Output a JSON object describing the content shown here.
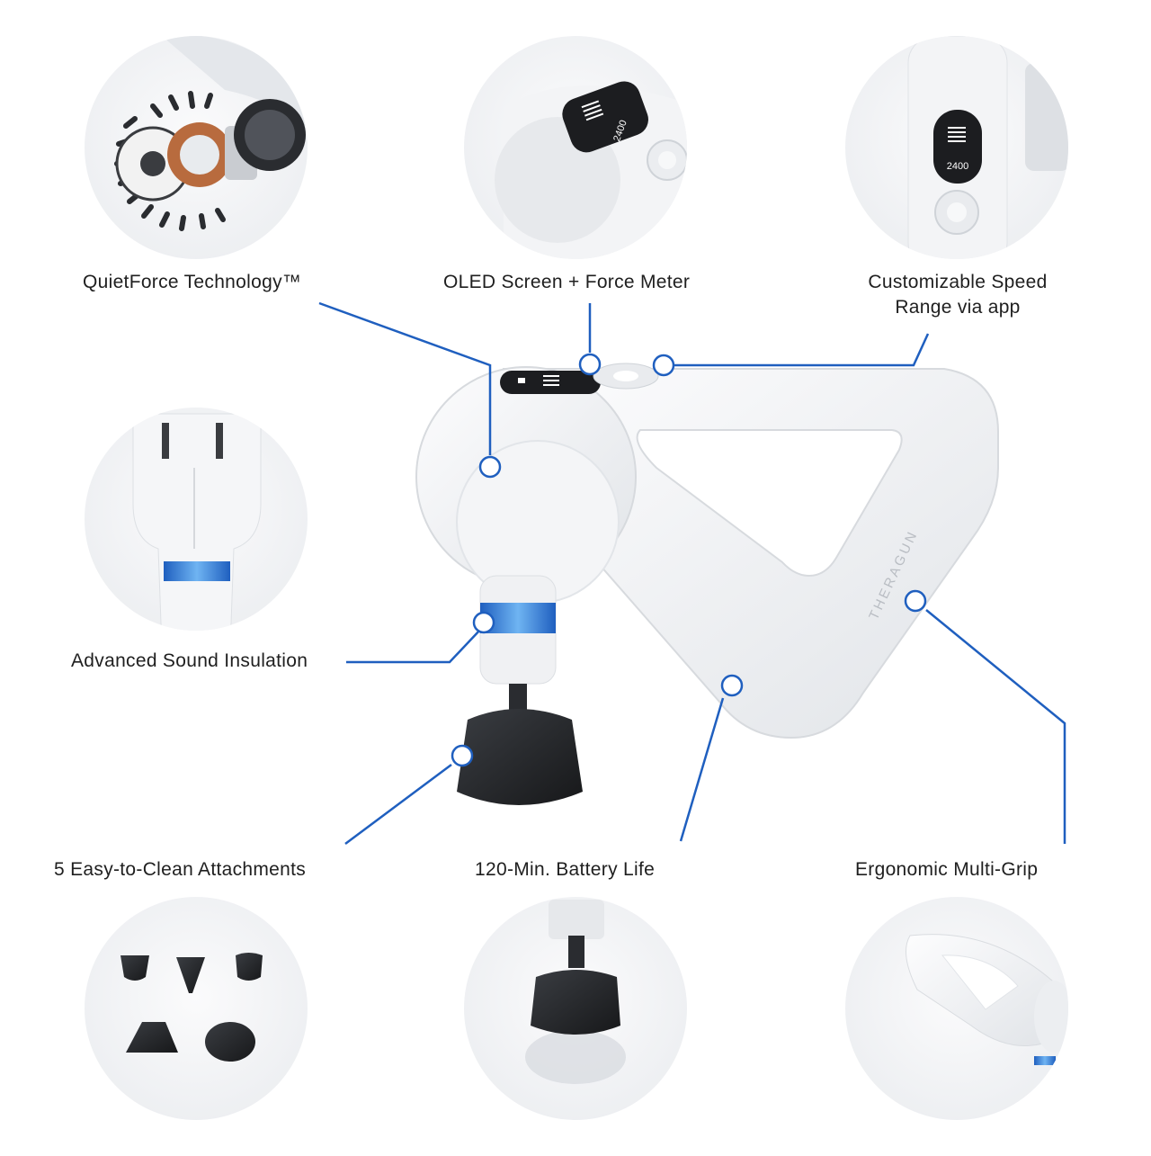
{
  "features": {
    "quietforce": "QuietForce Technology™",
    "oled": "OLED Screen + Force Meter",
    "speed_line1": "Customizable Speed",
    "speed_line2": "Range via app",
    "insulation": "Advanced Sound Insulation",
    "attachments": "5 Easy-to-Clean Attachments",
    "battery": "120-Min. Battery Life",
    "grip": "Ergonomic Multi-Grip"
  },
  "device": {
    "brand": "THERAGUN",
    "screen_readout": "2400"
  },
  "colors": {
    "callout_line": "#1f5fbf",
    "accent_band": "#3a86d8",
    "body_white": "#f3f4f6",
    "attachment_black": "#2b2d30"
  }
}
